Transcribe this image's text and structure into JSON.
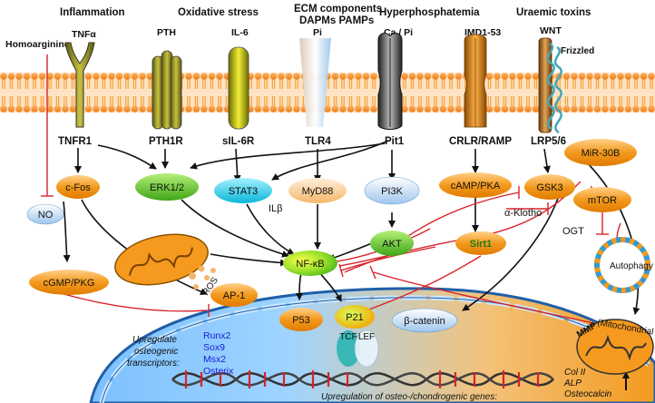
{
  "headers": {
    "inflammation": "Inflammation",
    "oxidative": "Oxidative stress",
    "ecm_line1": "ECM components",
    "ecm_line2": "DAPMs  PAMPs",
    "hyperphos": "Hyperphosphatemia",
    "uraemic": "Uraemic toxins"
  },
  "ligands": {
    "homoarginine": "Homoarginine",
    "tnfa": "TNFα",
    "pth": "PTH",
    "il6": "IL-6",
    "pi": "Pi",
    "ca_pi": "Ca / Pi",
    "imd": "IMD1-53",
    "wnt": "WNT",
    "frizzled": "Frizzled"
  },
  "receptors": {
    "tnfr1": "TNFR1",
    "pth1r": "PTH1R",
    "sil6r": "sIL-6R",
    "tlr4": "TLR4",
    "pit1": "Pit1",
    "crlr": "CRLR/RAMP",
    "lrp": "LRP5/6"
  },
  "nodes": {
    "cfos": "c-Fos",
    "no": "NO",
    "cgmp": "cGMP/PKG",
    "erk": "ERK1/2",
    "stat3": "STAT3",
    "myd88": "MyD88",
    "pi3k": "PI3K",
    "camp": "cAMP/PKA",
    "gsk3": "GSK3",
    "mir30b": "MiR-30B",
    "mtor": "mTOR",
    "akt": "AKT",
    "sirt1": "Sirt1",
    "nfkb": "NF-κB",
    "ap1": "AP-1",
    "p53": "P53",
    "p21": "P21",
    "bcatenin": "β-catenin",
    "tcf": "TCF",
    "lef": "LEF"
  },
  "labels": {
    "ilb": "ILβ",
    "ros": "ROS",
    "klotho": "α-Klotho",
    "ogt": "OGT",
    "autophagy": "Autophagy",
    "mmp_bold": "MMP",
    "mmp_rest": "(Mitochondrial Membrane Potential)",
    "osteo_line1": "Upregulate",
    "osteo_line2": "osteogenic",
    "osteo_line3": "transcriptors:",
    "genes_caption": "Upregulation of osteo-/chondrogenic genes:"
  },
  "transcription_factors": [
    "Runx2",
    "Sox9",
    "Msx2",
    "Osterix"
  ],
  "genes": [
    "Col II",
    "ALP",
    "Osteocalcin"
  ],
  "colors": {
    "orange": "#f39a1e",
    "green": "#5cc224",
    "blue_light": "#d6e8f8",
    "cyan": "#12c6e6",
    "inhibit_red": "#d8232a",
    "membrane": "#f7941d"
  }
}
